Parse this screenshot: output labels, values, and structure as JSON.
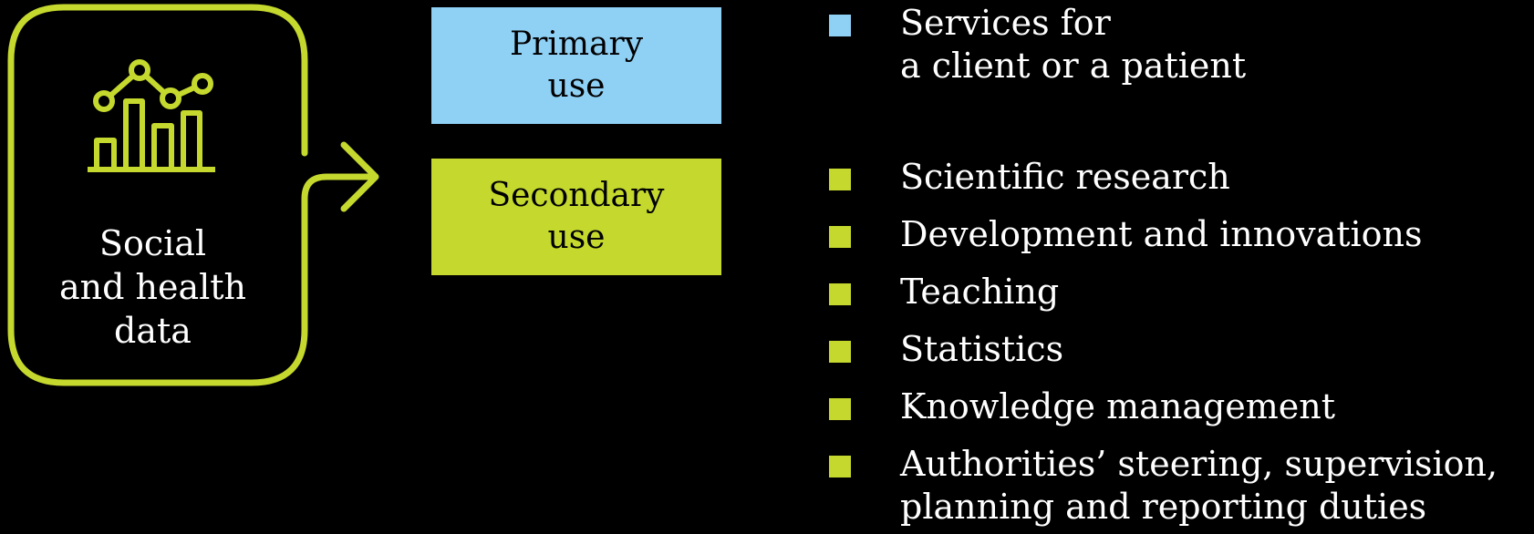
{
  "colors": {
    "background": "#000000",
    "accent_green": "#c4d82e",
    "accent_blue": "#8fd0f5",
    "text": "#ffffff"
  },
  "source": {
    "icon": "chart-icon",
    "label_lines": [
      "Social",
      "and health",
      "data"
    ]
  },
  "uses": {
    "primary": {
      "label_lines": [
        "Primary",
        "use"
      ],
      "color": "#8fd0f5"
    },
    "secondary": {
      "label_lines": [
        "Secondary",
        "use"
      ],
      "color": "#c4d82e"
    }
  },
  "primary_items": [
    {
      "lines": [
        "Services for",
        "a client or a patient"
      ]
    }
  ],
  "secondary_items": [
    {
      "lines": [
        "Scientific research"
      ]
    },
    {
      "lines": [
        "Development and innovations"
      ]
    },
    {
      "lines": [
        "Teaching"
      ]
    },
    {
      "lines": [
        "Statistics"
      ]
    },
    {
      "lines": [
        "Knowledge management"
      ]
    },
    {
      "lines": [
        "Authorities’ steering, supervision,",
        "planning and reporting duties"
      ]
    }
  ]
}
